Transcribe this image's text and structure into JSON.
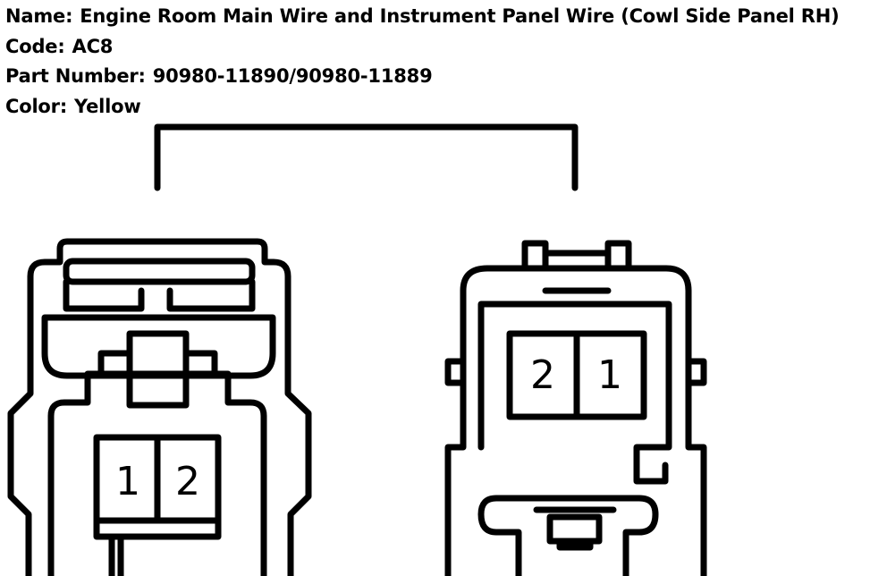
{
  "header": {
    "name_label": "Name:",
    "name_value": "Engine Room Main Wire and Instrument Panel Wire (Cowl Side Panel RH)",
    "code_label": "Code:",
    "code_value": "AC8",
    "part_label": "Part Number:",
    "part_value": "90980-11890/90980-11889",
    "color_label": "Color:",
    "color_value": "Yellow"
  },
  "connectors": {
    "left": {
      "pins": [
        "1",
        "2"
      ]
    },
    "right": {
      "pins": [
        "2",
        "1"
      ]
    }
  }
}
